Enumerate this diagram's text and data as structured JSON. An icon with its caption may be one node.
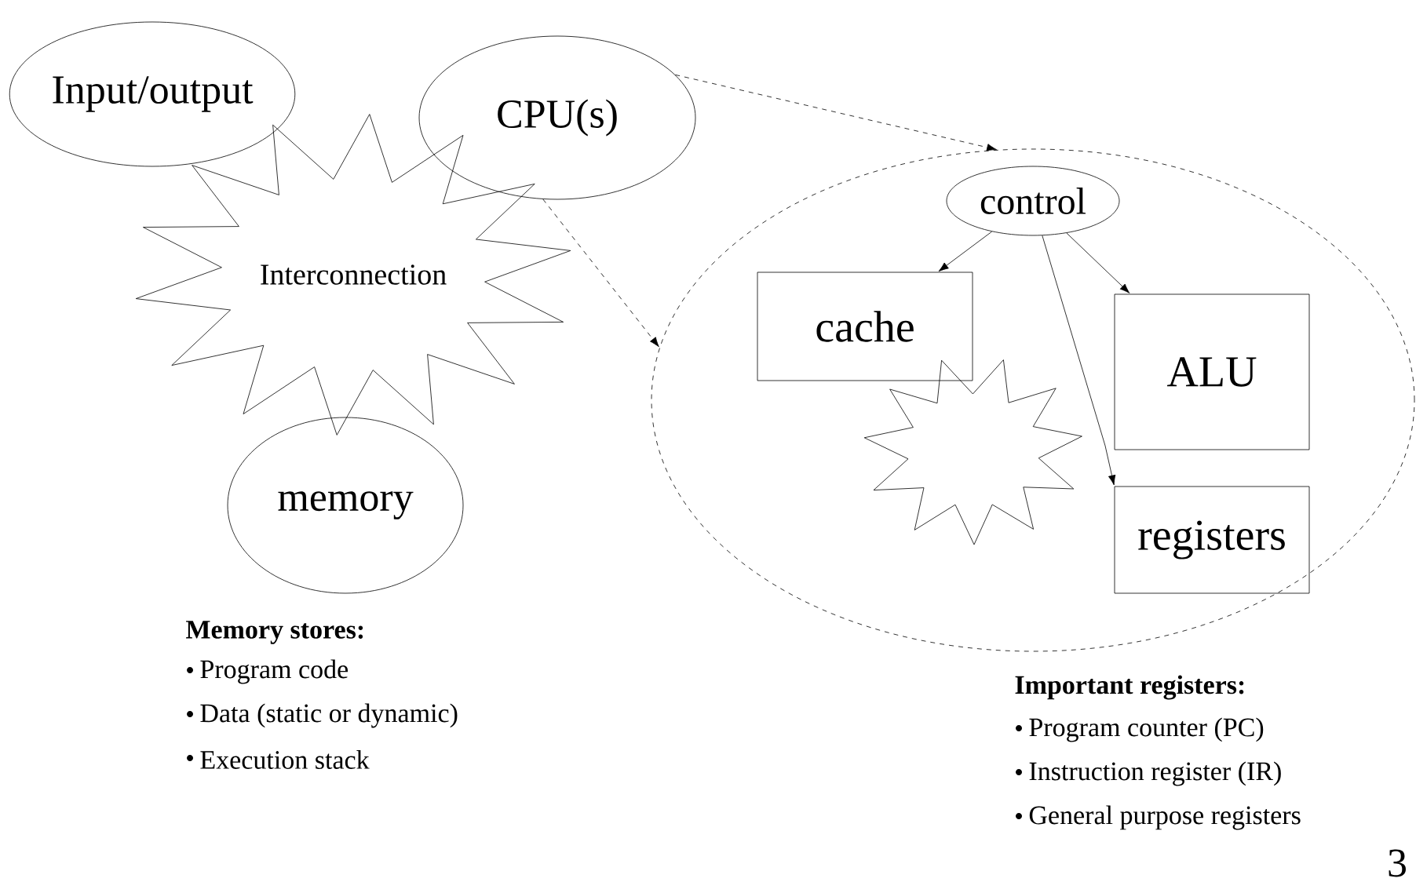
{
  "diagram": {
    "nodes": [
      {
        "text": [
          "Input/output"
        ]
      },
      {
        "text": [
          "CPU(s)"
        ]
      },
      {
        "text": [
          "Interconnection"
        ]
      },
      {
        "text": [
          "memory"
        ]
      },
      {
        "text": [],
        "shape": "ellipse"
      },
      {
        "text": [
          "control"
        ],
        "in": 4
      },
      {
        "text": [
          "cache"
        ],
        "in": 4
      },
      {
        "text": [
          "ALU"
        ],
        "in": 4
      },
      {
        "text": [
          "registers"
        ],
        "in": 4
      },
      {
        "text": [],
        "shape": "star",
        "in": 4
      }
    ],
    "edges": [
      {
        "from": 1,
        "to": 4,
        "arrow": "to",
        "style": "dashed"
      },
      {
        "from": 1,
        "to": 4,
        "arrow": "to",
        "style": "dashed"
      },
      {
        "from": 5,
        "to": 6,
        "arrow": "to"
      },
      {
        "from": 5,
        "to": 7,
        "arrow": "to"
      },
      {
        "from": 5,
        "to": 8,
        "arrow": "to"
      }
    ],
    "labels": [
      "Memory stores:",
      "Program code",
      "Data (static or dynamic)",
      "Execution stack",
      "Important registers:",
      "Program counter (PC)",
      "Instruction register (IR)",
      "General purpose registers",
      "3"
    ]
  }
}
